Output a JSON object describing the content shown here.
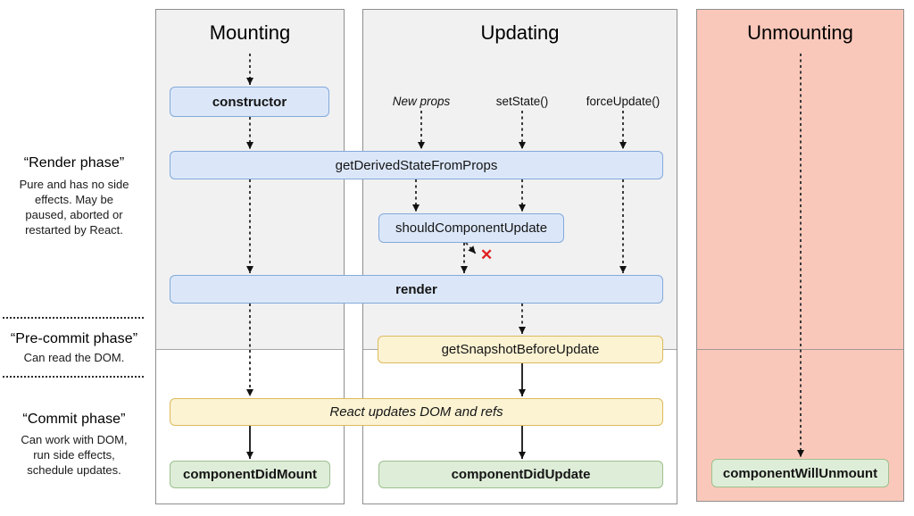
{
  "columns": {
    "mounting": {
      "title": "Mounting"
    },
    "updating": {
      "title": "Updating",
      "triggers": {
        "new_props": "New props",
        "set_state": "setState()",
        "force_update": "forceUpdate()"
      }
    },
    "unmounting": {
      "title": "Unmounting"
    }
  },
  "phases": {
    "render": {
      "title": "“Render phase”",
      "lines": [
        "Pure and has no side",
        "effects. May be",
        "paused, aborted or",
        "restarted by React."
      ]
    },
    "pre_commit": {
      "title": "“Pre-commit phase”",
      "lines": [
        "Can read the DOM."
      ]
    },
    "commit": {
      "title": "“Commit phase”",
      "lines": [
        "Can work with DOM,",
        "run side effects,",
        "schedule updates."
      ]
    }
  },
  "lifecycle": {
    "constructor": "constructor",
    "get_derived_state_from_props": "getDerivedStateFromProps",
    "should_component_update": "shouldComponentUpdate",
    "render": "render",
    "get_snapshot_before_update": "getSnapshotBeforeUpdate",
    "react_updates_dom": "React updates DOM and refs",
    "component_did_mount": "componentDidMount",
    "component_did_update": "componentDidUpdate",
    "component_will_unmount": "componentWillUnmount"
  },
  "annotations": {
    "skip_render_mark": "✕"
  },
  "colors": {
    "render_phase_box_fill": "#dbe7f9",
    "render_phase_box_border": "#84a9da",
    "pre_commit_box_fill": "#fcf3d3",
    "pre_commit_box_border": "#dcba5e",
    "commit_box_fill": "#deedd8",
    "commit_box_border": "#9cc08f",
    "render_phase_panel_fill": "#f1f1f2",
    "unmounting_panel_fill": "#fac8ba",
    "skip_mark_color": "#e01f1f"
  }
}
